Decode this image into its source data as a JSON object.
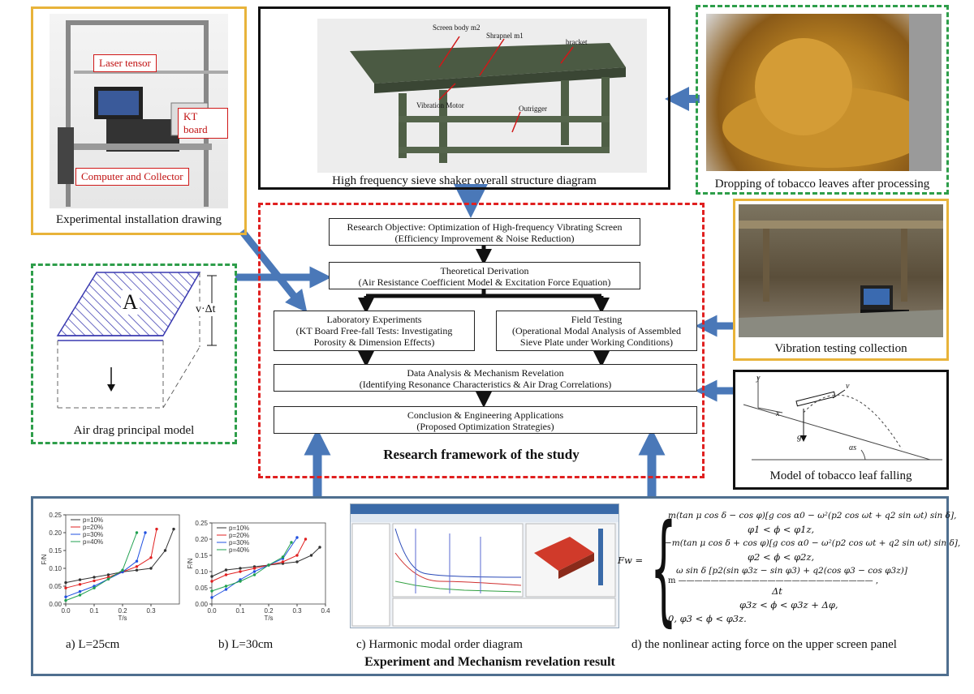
{
  "panels": {
    "installation": {
      "caption": "Experimental installation drawing",
      "labels": [
        "Laser tensor",
        "KT board",
        "Computer and Collector"
      ]
    },
    "structure": {
      "caption": "High frequency sieve shaker overall structure diagram",
      "labels": [
        "Screen body m2",
        "Shrapnel m1",
        "bracket",
        "Vibration Motor",
        "Outrigger"
      ]
    },
    "tobacco": {
      "caption": "Dropping of tobacco leaves after processing"
    },
    "vibration": {
      "caption": "Vibration testing collection"
    },
    "airdrag": {
      "caption": "Air drag principal model",
      "label_a": "A",
      "label_v": "v·Δt"
    },
    "falling": {
      "caption": "Model of tobacco leaf falling",
      "labels": {
        "y": "y",
        "x": "x",
        "v": "v",
        "g": "g",
        "alpha": "αs"
      }
    }
  },
  "framework": {
    "title": "Research framework of the study",
    "objective": {
      "line1": "Research Objective: Optimization of High-frequency Vibrating Screen",
      "line2": "(Efficiency Improvement & Noise Reduction)"
    },
    "theory": {
      "line1": "Theoretical Derivation",
      "line2": "(Air Resistance Coefficient Model & Excitation Force Equation)"
    },
    "lab": {
      "line1": "Laboratory Experiments",
      "line2": "(KT Board Free-fall Tests: Investigating",
      "line3": "Porosity & Dimension Effects)"
    },
    "field": {
      "line1": "Field Testing",
      "line2": "(Operational Modal Analysis of Assembled",
      "line3": "Sieve Plate under Working Conditions)"
    },
    "analysis": {
      "line1": "Data Analysis & Mechanism Revelation",
      "line2": "(Identifying Resonance Characteristics & Air Drag Correlations)"
    },
    "conclusion": {
      "line1": "Conclusion & Engineering Applications",
      "line2": "(Proposed Optimization Strategies)"
    }
  },
  "results": {
    "title": "Experiment and Mechanism revelation result",
    "captions": {
      "a": "a) L=25cm",
      "b": "b) L=30cm",
      "c": "c) Harmonic modal order diagram",
      "d": "d) the nonlinear acting force on the upper screen panel"
    }
  },
  "chart_data": [
    {
      "type": "line",
      "xlabel": "T/s",
      "ylabel": "F/N",
      "xlim": [
        0,
        0.4
      ],
      "ylim": [
        0,
        0.25
      ],
      "xticks": [
        "0.0",
        "0.1",
        "0.2",
        "0.3"
      ],
      "yticks": [
        "0.00",
        "0.05",
        "0.10",
        "0.15",
        "0.20",
        "0.25"
      ],
      "legend": "top-left",
      "series": [
        {
          "name": "p=10%",
          "color": "#333333",
          "x": [
            0,
            0.05,
            0.1,
            0.15,
            0.2,
            0.25,
            0.3,
            0.35,
            0.38
          ],
          "y": [
            0.06,
            0.068,
            0.075,
            0.082,
            0.09,
            0.095,
            0.1,
            0.15,
            0.21
          ]
        },
        {
          "name": "p=20%",
          "color": "#e02020",
          "x": [
            0,
            0.05,
            0.1,
            0.15,
            0.2,
            0.25,
            0.3,
            0.32
          ],
          "y": [
            0.045,
            0.055,
            0.065,
            0.075,
            0.09,
            0.105,
            0.13,
            0.21
          ]
        },
        {
          "name": "p=30%",
          "color": "#2050e0",
          "x": [
            0,
            0.05,
            0.1,
            0.15,
            0.2,
            0.25,
            0.28
          ],
          "y": [
            0.02,
            0.035,
            0.05,
            0.07,
            0.09,
            0.12,
            0.2
          ]
        },
        {
          "name": "p=40%",
          "color": "#20a050",
          "x": [
            0,
            0.05,
            0.1,
            0.15,
            0.2,
            0.25
          ],
          "y": [
            0.01,
            0.025,
            0.045,
            0.07,
            0.095,
            0.2
          ]
        }
      ]
    },
    {
      "type": "line",
      "xlabel": "T/s",
      "ylabel": "F/N",
      "xlim": [
        0,
        0.4
      ],
      "ylim": [
        0,
        0.25
      ],
      "xticks": [
        "0.0",
        "0.1",
        "0.2",
        "0.3",
        "0.4"
      ],
      "yticks": [
        "0.00",
        "0.05",
        "0.10",
        "0.15",
        "0.20",
        "0.25"
      ],
      "legend": "top-left",
      "series": [
        {
          "name": "p=10%",
          "color": "#333333",
          "x": [
            0,
            0.05,
            0.1,
            0.15,
            0.2,
            0.25,
            0.3,
            0.35,
            0.38
          ],
          "y": [
            0.085,
            0.105,
            0.11,
            0.115,
            0.12,
            0.125,
            0.13,
            0.15,
            0.175
          ]
        },
        {
          "name": "p=20%",
          "color": "#e02020",
          "x": [
            0,
            0.05,
            0.1,
            0.15,
            0.2,
            0.25,
            0.3,
            0.33
          ],
          "y": [
            0.07,
            0.09,
            0.1,
            0.11,
            0.12,
            0.13,
            0.15,
            0.2
          ]
        },
        {
          "name": "p=30%",
          "color": "#2050e0",
          "x": [
            0,
            0.05,
            0.1,
            0.15,
            0.2,
            0.25,
            0.3
          ],
          "y": [
            0.02,
            0.045,
            0.075,
            0.1,
            0.12,
            0.14,
            0.205
          ]
        },
        {
          "name": "p=40%",
          "color": "#20a050",
          "x": [
            0,
            0.05,
            0.1,
            0.15,
            0.2,
            0.25,
            0.28
          ],
          "y": [
            0.04,
            0.055,
            0.07,
            0.09,
            0.12,
            0.145,
            0.19
          ]
        }
      ]
    }
  ],
  "formula": {
    "lhs": "Fw =",
    "lines": [
      "m(tan μ cos δ − cos φ)[g cos α0 − ω²(p2 cos ωt + q2 sin ωt) sin δ],",
      "φ1 < ϕ < φ1z,",
      "−m(tan μ cos δ + cos φ)[g cos α0 − ω²(p2 cos ωt + q2 sin ωt) sin δ],",
      "φ2 < ϕ < φ2z,",
      "ω sin δ [p2(sin φ3z − sin φ3) + q2(cos φ3 − cos φ3z)]",
      "m ———————————————————————— ,",
      "Δt",
      "φ3z < ϕ < φ3z + Δφ,",
      "0, φ3 < ϕ < φ3z."
    ]
  }
}
